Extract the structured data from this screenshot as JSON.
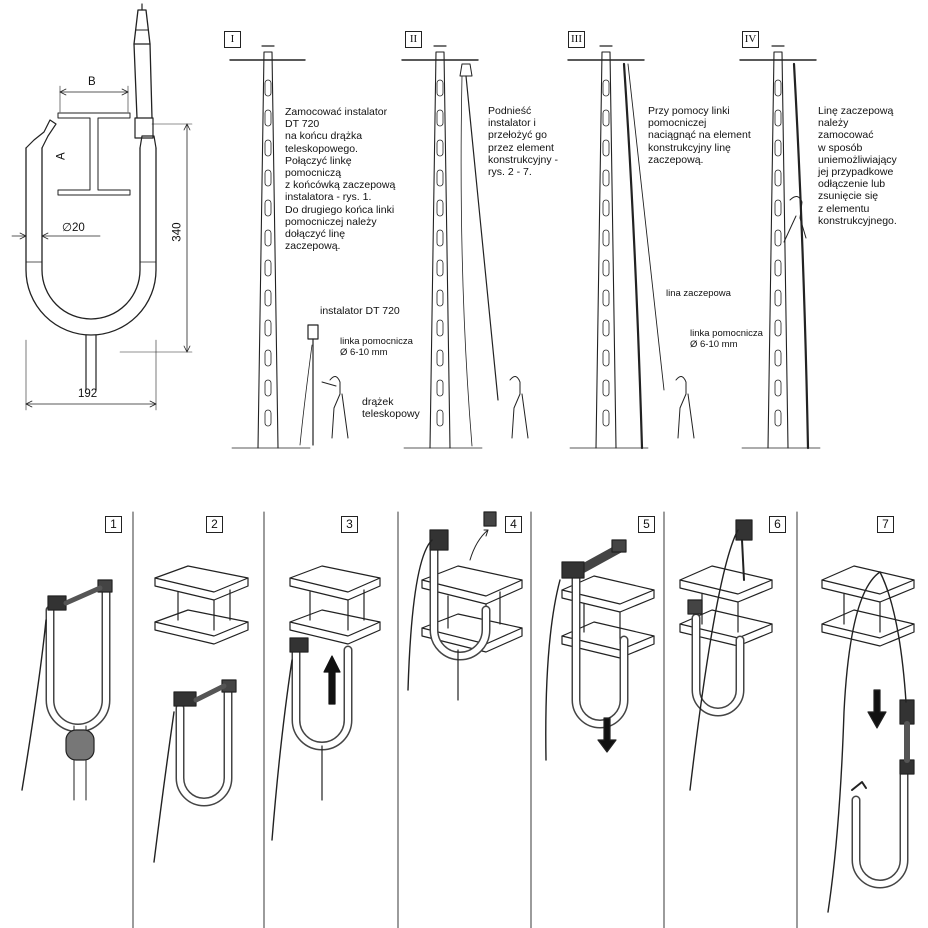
{
  "dimensions": {
    "width_b": "B",
    "height_a": "A",
    "diameter": "∅20",
    "height": "340",
    "width": "192"
  },
  "steps_top": [
    {
      "numeral": "I",
      "text": "Zamocować instalator\nDT 720\nna końcu drążka\nteleskopowego.\nPołączyć linkę\npomocniczą\nz końcówką zaczepową\ninstalatora - rys. 1.\nDo drugiego końca linki\npomocniczej należy\ndołączyć linę\nzaczepową."
    },
    {
      "numeral": "II",
      "text": "Podnieść\ninstalator i\nprzełożyć go\nprzez element\nkonstrukcyjny -\nrys. 2 - 7."
    },
    {
      "numeral": "III",
      "text": "Przy pomocy linki\npomocniczej\nnaciągnąć na element\nkonstrukcyjny linę\nzaczepową."
    },
    {
      "numeral": "IV",
      "text": "Linę zaczepową\nnależy\nzamocować\nw sposób\nuniemożliwiający\njej przypadkowe\nodłączenie lub\nzsunięcie się\nz elementu\nkonstrukcyjnego."
    }
  ],
  "labels": {
    "installer": "instalator DT 720",
    "aux_line": "linka pomocnicza\nØ 6-10 mm",
    "pole": "drążek\nteleskopowy",
    "rope": "lina zaczepowa",
    "aux_line_2": "linka pomocnicza\nØ 6-10 mm"
  },
  "steps_bottom": [
    "1",
    "2",
    "3",
    "4",
    "5",
    "6",
    "7"
  ]
}
